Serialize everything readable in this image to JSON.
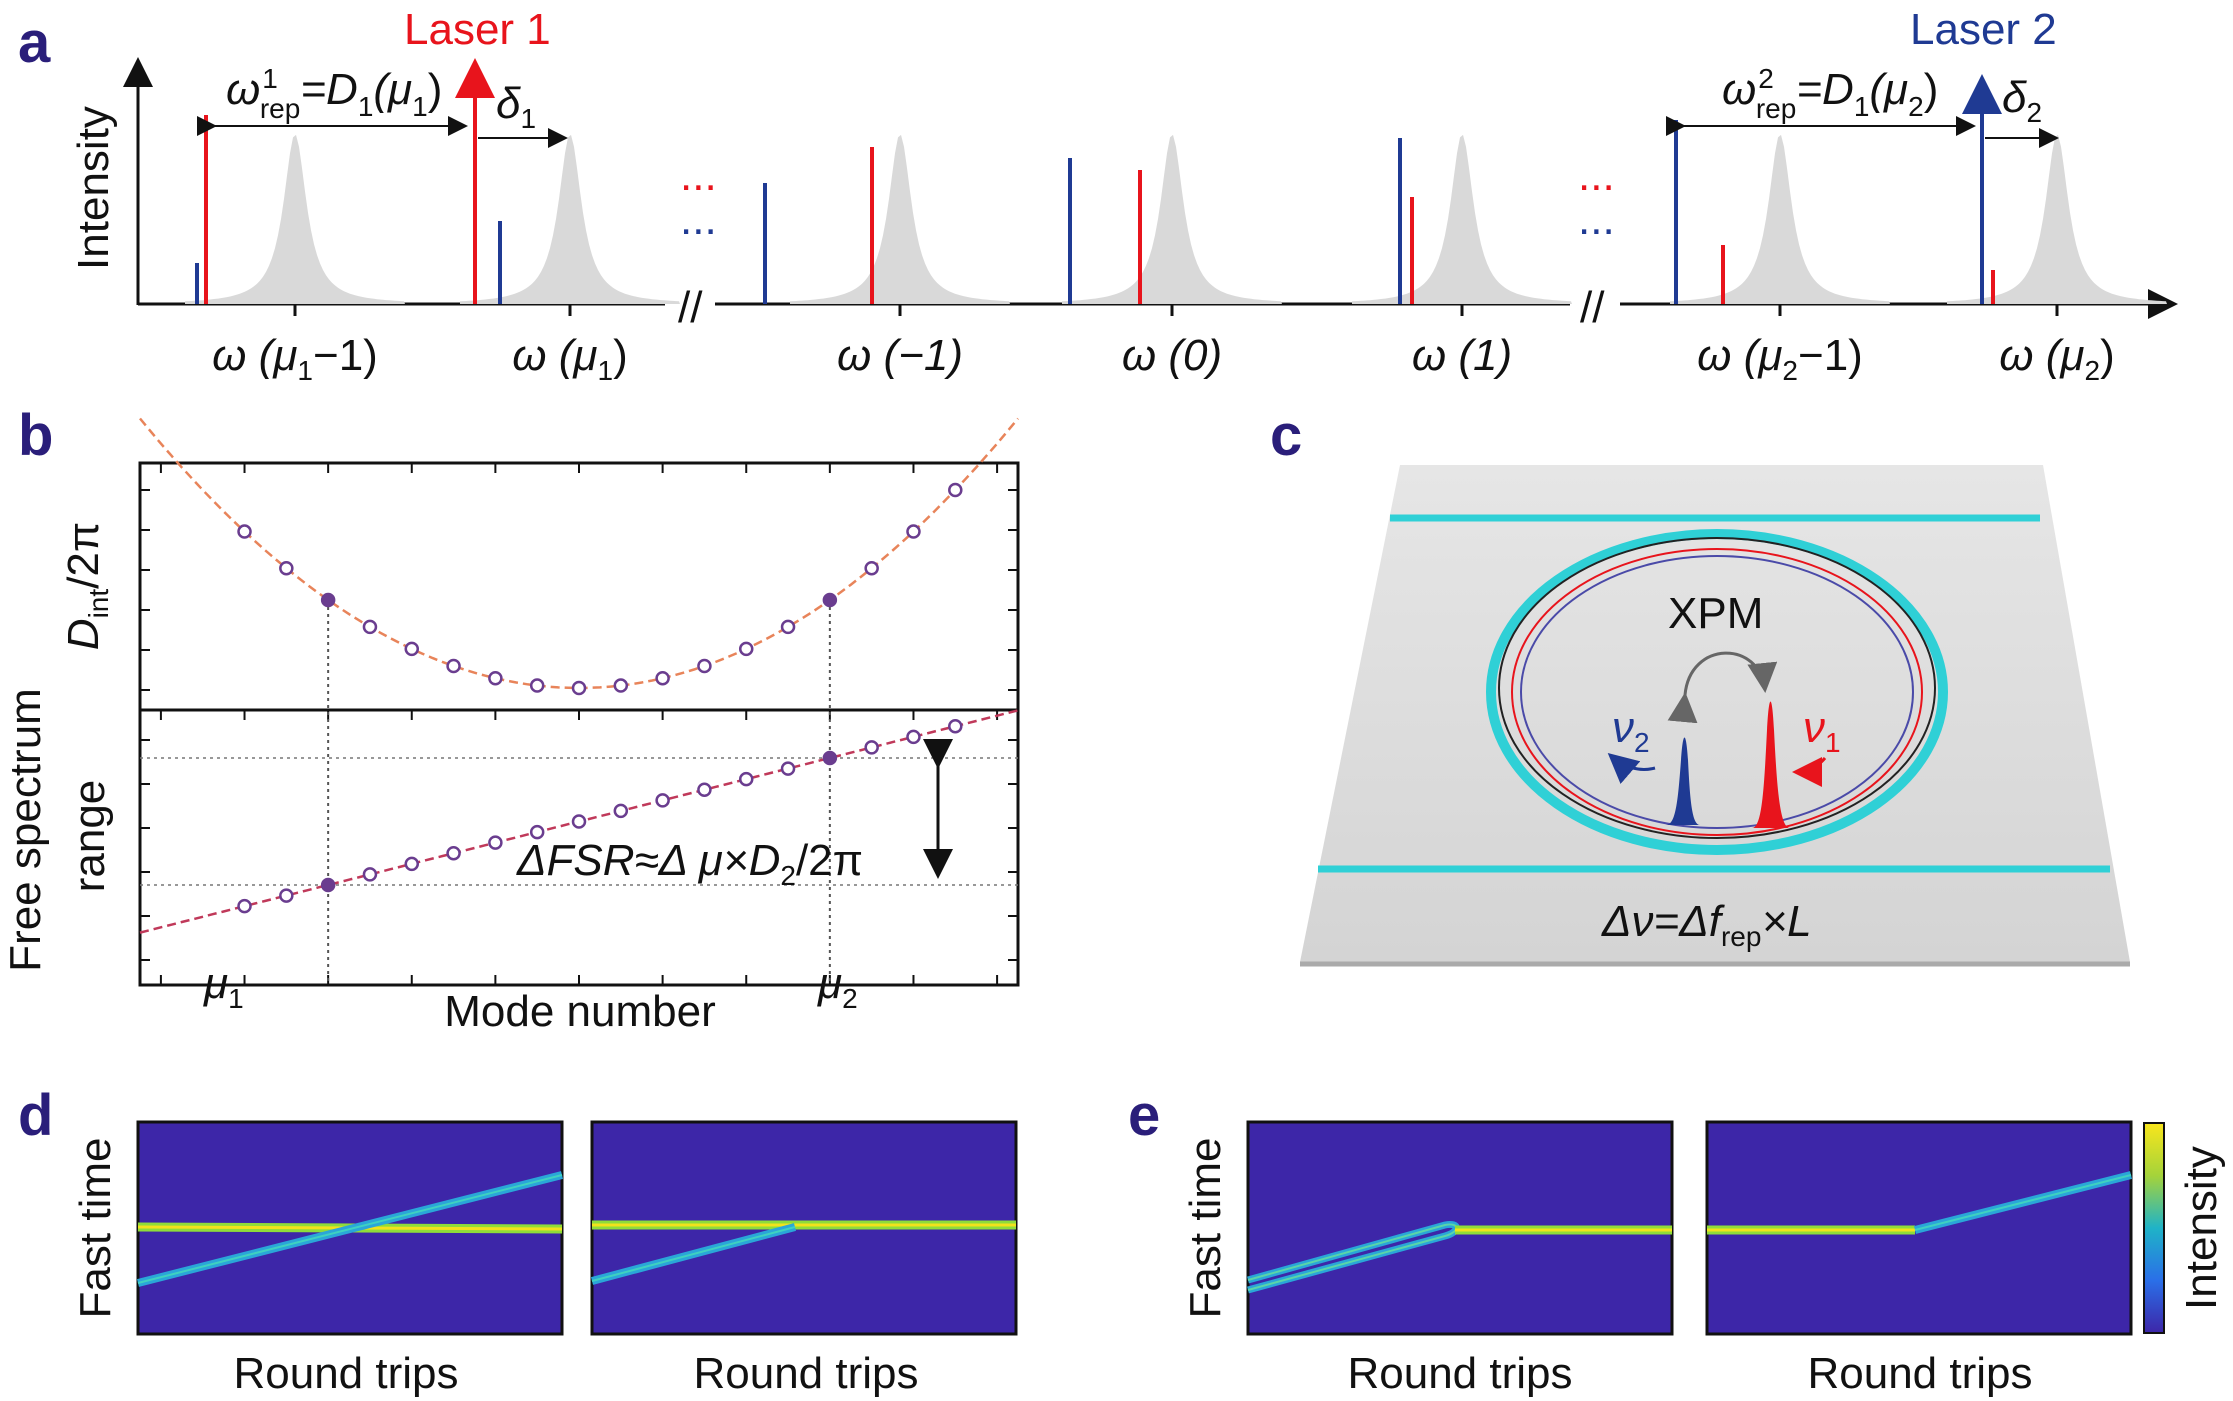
{
  "panel_labels": {
    "a": "a",
    "b": "b",
    "c": "c",
    "d": "d",
    "e": "e"
  },
  "panel_a": {
    "ylabel": "Intensity",
    "laser1": "Laser 1",
    "laser2": "Laser 2",
    "rep1": {
      "omega": "ω",
      "sup": "1",
      "sub": "rep",
      "eq": "=D",
      "d_sub": "1",
      "open": "(μ",
      "mu_sub": "1",
      "close": ")"
    },
    "rep2": {
      "omega": "ω",
      "sup": "2",
      "sub": "rep",
      "eq": "=D",
      "d_sub": "1",
      "open": "(μ",
      "mu_sub": "2",
      "close": ")"
    },
    "delta1": {
      "sym": "δ",
      "sub": "1"
    },
    "delta2": {
      "sym": "δ",
      "sub": "2"
    },
    "ellipsis": "...",
    "break": "//",
    "ticks": [
      {
        "pre": "ω (μ",
        "sub": "1",
        "post": "−1)"
      },
      {
        "pre": "ω (μ",
        "sub": "1",
        "post": ")"
      },
      {
        "pre": "ω (−1)",
        "sub": "",
        "post": ""
      },
      {
        "pre": "ω (0)",
        "sub": "",
        "post": ""
      },
      {
        "pre": "ω (1)",
        "sub": "",
        "post": ""
      },
      {
        "pre": "ω (μ",
        "sub": "2",
        "post": "−1)"
      },
      {
        "pre": "ω (μ",
        "sub": "2",
        "post": ")"
      }
    ],
    "colors": {
      "laser1": "#e8141c",
      "laser2": "#1f3a93",
      "resonance": "#d9d9d9"
    }
  },
  "panel_b": {
    "top_ylabel": {
      "pre": "D",
      "sub": "int",
      "post": "/2π"
    },
    "bottom_ylabel_line1": "Free spectrum",
    "bottom_ylabel_line2": "range",
    "xlabel": "Mode number",
    "mu1": {
      "sym": "μ",
      "sub": "1"
    },
    "mu2": {
      "sym": "μ",
      "sub": "2"
    },
    "formula": {
      "a": "ΔFSR≈Δ μ×D",
      "sub": "2",
      "b": "/2π"
    },
    "chart_data": {
      "type": "scatter",
      "modes": [
        -8,
        -7,
        -6,
        -5,
        -4,
        -3,
        -2,
        -1,
        0,
        1,
        2,
        3,
        4,
        5,
        6,
        7,
        8,
        9
      ],
      "dint": [
        64,
        49,
        36,
        25,
        16,
        9,
        4,
        1,
        0,
        1,
        4,
        9,
        16,
        25,
        36,
        49,
        64,
        81
      ],
      "fsr": [
        -8,
        -7,
        -6,
        -5,
        -4,
        -3,
        -2,
        -1,
        0,
        1,
        2,
        3,
        4,
        5,
        6,
        7,
        8,
        9
      ],
      "highlight_modes": [
        -6,
        6
      ],
      "colors": {
        "marker": "#6a3d8f",
        "fit_top": "#e8845a",
        "fit_bottom": "#c0395a"
      }
    }
  },
  "panel_c": {
    "xpm": "XPM",
    "nu1": {
      "sym": "ν",
      "sub": "1"
    },
    "nu2": {
      "sym": "ν",
      "sub": "2"
    },
    "formula": {
      "a": "Δν=Δf",
      "sub": "rep",
      "b": "×L"
    }
  },
  "panel_d": {
    "ylabel": "Fast time",
    "xlabel_left": "Round trips",
    "xlabel_right": "Round trips"
  },
  "panel_e": {
    "ylabel": "Fast time",
    "xlabel_left": "Round trips",
    "xlabel_right": "Round trips",
    "colorbar_label": "Intensity"
  }
}
